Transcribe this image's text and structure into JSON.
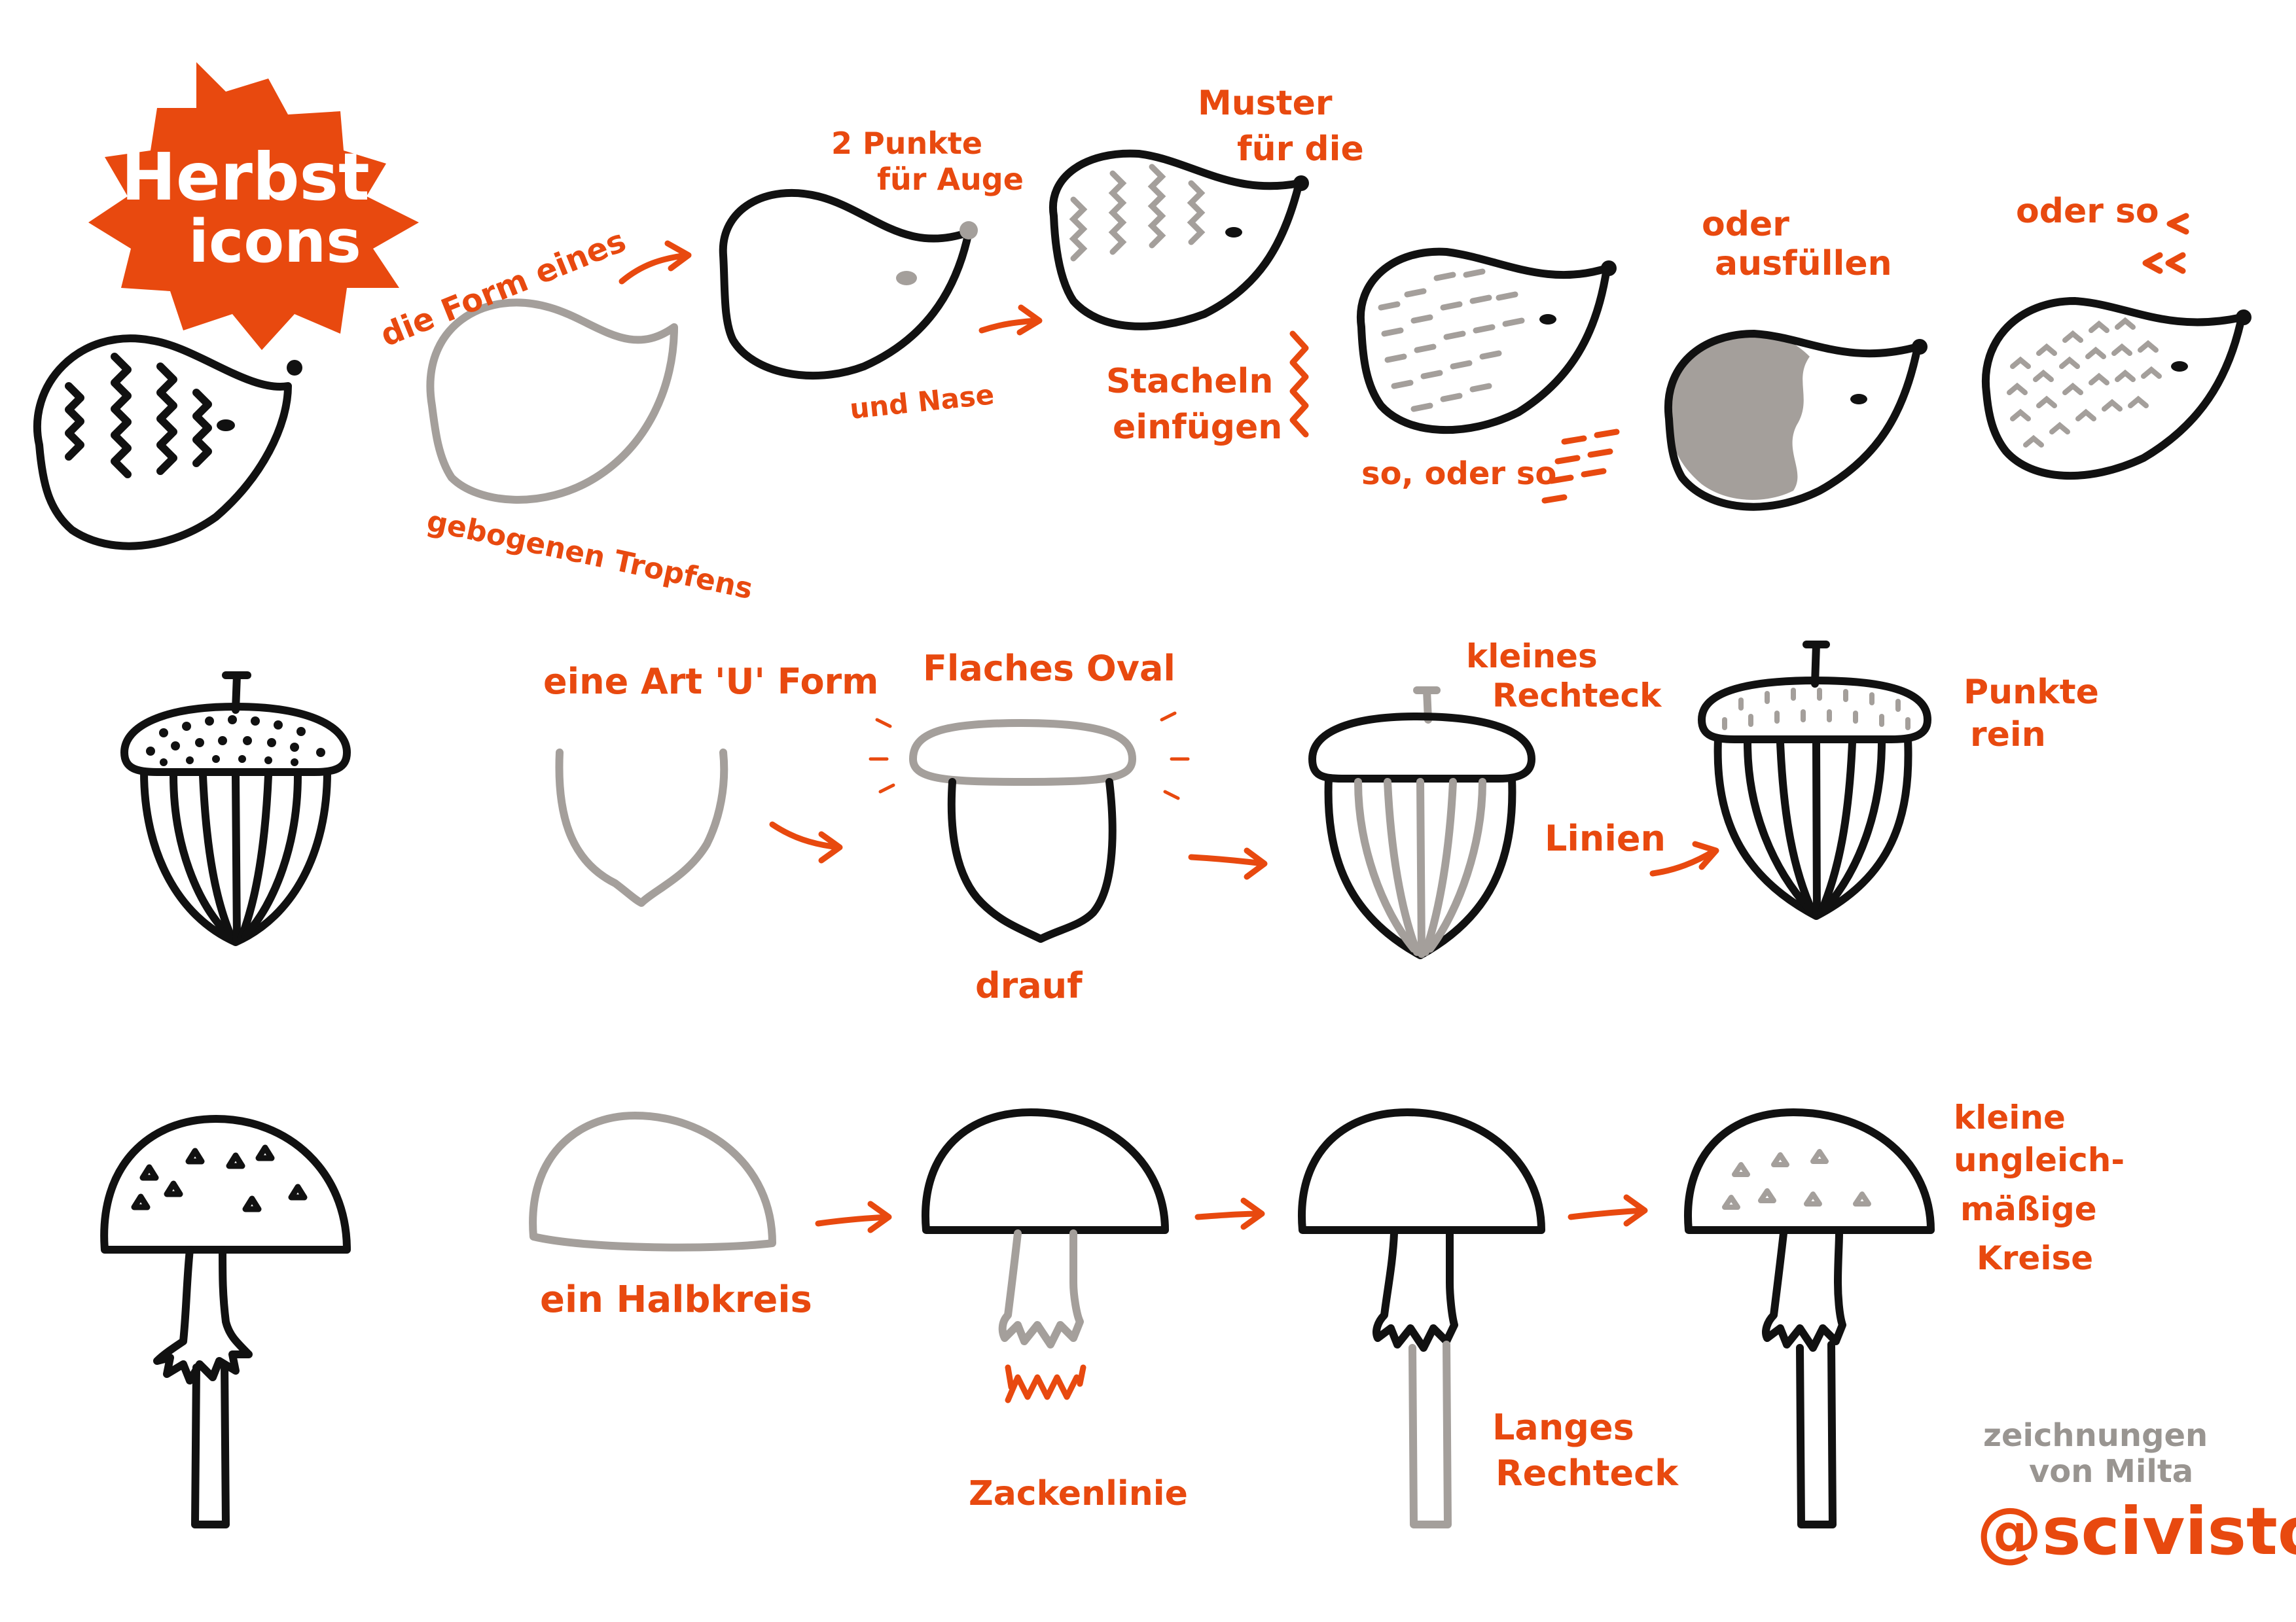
{
  "title": {
    "line1": "Herbst",
    "line2": "icons"
  },
  "hedgehog_row": {
    "label_shape_top": "die Form eines",
    "label_shape_bottom": "gebogenen Tropfens",
    "label_eye_1": "2 Punkte",
    "label_eye_2": "für Auge",
    "label_nose": "und Nase",
    "label_pattern_1": "Muster",
    "label_pattern_2": "für die",
    "label_spikes_1": "Stacheln",
    "label_spikes_2": "einfügen",
    "label_so_oder_so": "so, oder so",
    "label_fill_1": "oder",
    "label_fill_2": "ausfüllen",
    "label_oder_so": "oder so"
  },
  "acorn_row": {
    "label_u_form": "eine Art 'U' Form",
    "label_oval": "Flaches Oval",
    "label_drauf": "drauf",
    "label_rect_1": "kleines",
    "label_rect_2": "Rechteck",
    "label_lines": "Linien",
    "label_dots_1": "Punkte",
    "label_dots_2": "rein"
  },
  "mushroom_row": {
    "label_half": "ein Halbkreis",
    "label_zigzag": "Zackenlinie",
    "label_rect_1": "Langes",
    "label_rect_2": "Rechteck",
    "label_circles_1": "kleine",
    "label_circles_2": "ungleich-",
    "label_circles_3": "mäßige",
    "label_circles_4": "Kreise"
  },
  "credit": {
    "line1": "zeichnungen",
    "line2": "von Milta",
    "handle": "@scivisto"
  },
  "colors": {
    "accent": "#e8490f",
    "ink": "#111111",
    "grey": "#a49f9b"
  }
}
